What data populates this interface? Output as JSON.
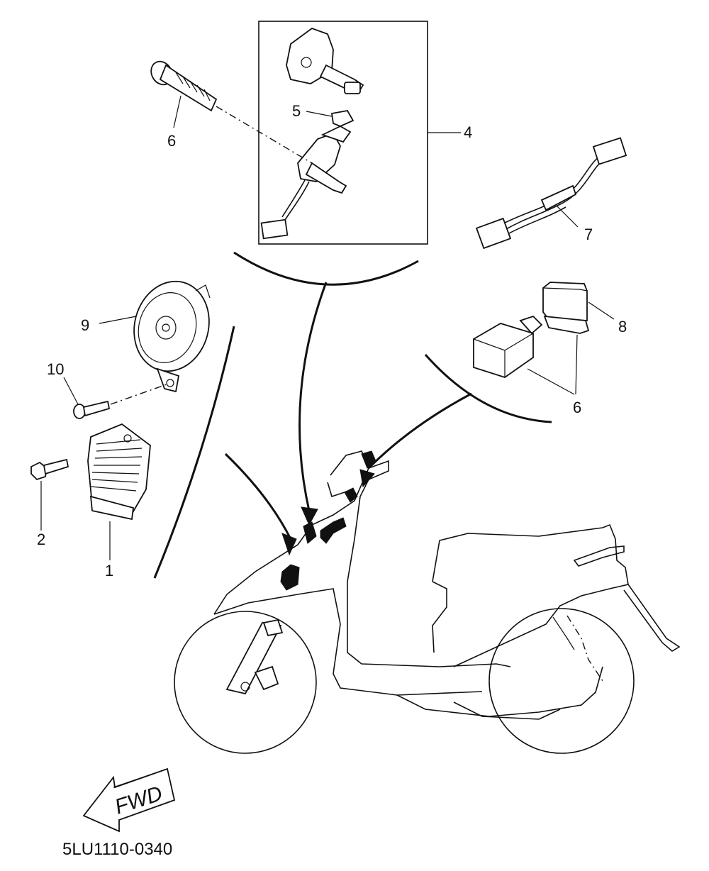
{
  "callouts": {
    "c1": "1",
    "c2": "2",
    "c4": "4",
    "c5": "5",
    "c6a": "6",
    "c6b": "6",
    "c7": "7",
    "c8": "8",
    "c9": "9",
    "c10": "10"
  },
  "fwd_label": "FWD",
  "diagram_code": "5LU1110-0340"
}
